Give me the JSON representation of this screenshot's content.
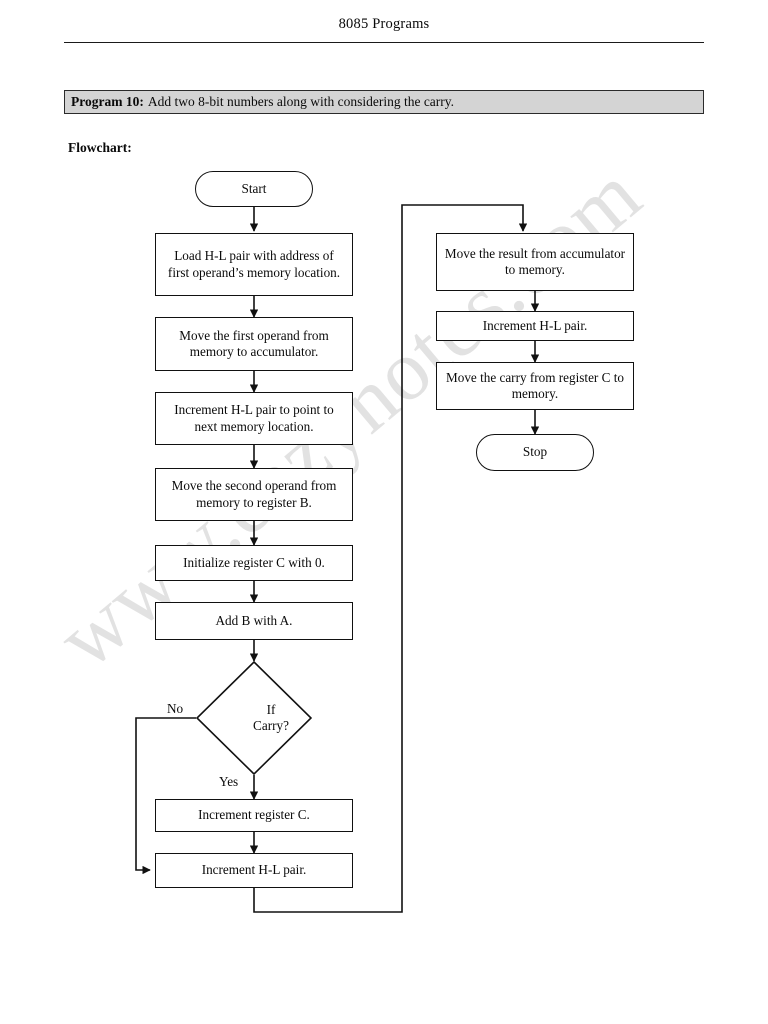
{
  "page": {
    "header_title": "8085 Programs",
    "flowchart_label": "Flowchart:",
    "watermark": "www.eazynotes.com"
  },
  "program": {
    "label": "Program 10:",
    "description": "Add two 8-bit numbers along with considering the carry."
  },
  "flowchart": {
    "nodes": {
      "start": "Start",
      "load_hl": "Load H-L pair with address of first operand’s memory location.",
      "move_first_operand": "Move the first operand from memory to accumulator.",
      "increment_hl_point": "Increment H-L pair to point to next memory location.",
      "move_second_operand": "Move the second operand from memory to register B.",
      "init_register_c": "Initialize register C with 0.",
      "add_b_with_a": "Add B with A.",
      "decision_line1": "If",
      "decision_line2": "Carry?",
      "increment_register_c": "Increment register C.",
      "increment_hl_left": "Increment H-L pair.",
      "move_result": "Move the result from accumulator to memory.",
      "increment_hl_right": "Increment H-L pair.",
      "move_carry": "Move the carry from register C to memory.",
      "stop": "Stop"
    },
    "edge_labels": {
      "no": "No",
      "yes": "Yes"
    },
    "colors": {
      "stroke": "#111111",
      "banner_fill": "#d4d4d4",
      "watermark": "#e2e2e2"
    }
  }
}
